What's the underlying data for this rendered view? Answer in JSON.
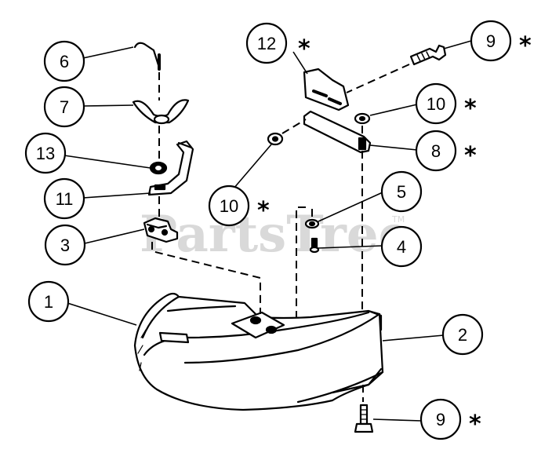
{
  "diagram": {
    "type": "exploded-parts-diagram",
    "watermark": "PartsTree",
    "watermark_mark": "TM",
    "asterisk": "*",
    "callouts": [
      {
        "id": "c6",
        "label": "6",
        "starred": false
      },
      {
        "id": "c7",
        "label": "7",
        "starred": false
      },
      {
        "id": "c13",
        "label": "13",
        "starred": false
      },
      {
        "id": "c11",
        "label": "11",
        "starred": false
      },
      {
        "id": "c3",
        "label": "3",
        "starred": false
      },
      {
        "id": "c1",
        "label": "1",
        "starred": false
      },
      {
        "id": "c12",
        "label": "12",
        "starred": true
      },
      {
        "id": "c9a",
        "label": "9",
        "starred": true
      },
      {
        "id": "c10a",
        "label": "10",
        "starred": true
      },
      {
        "id": "c8",
        "label": "8",
        "starred": true
      },
      {
        "id": "c10b",
        "label": "10",
        "starred": true
      },
      {
        "id": "c5",
        "label": "5",
        "starred": false
      },
      {
        "id": "c4",
        "label": "4",
        "starred": false
      },
      {
        "id": "c2",
        "label": "2",
        "starred": false
      },
      {
        "id": "c9b",
        "label": "9",
        "starred": true
      }
    ]
  }
}
